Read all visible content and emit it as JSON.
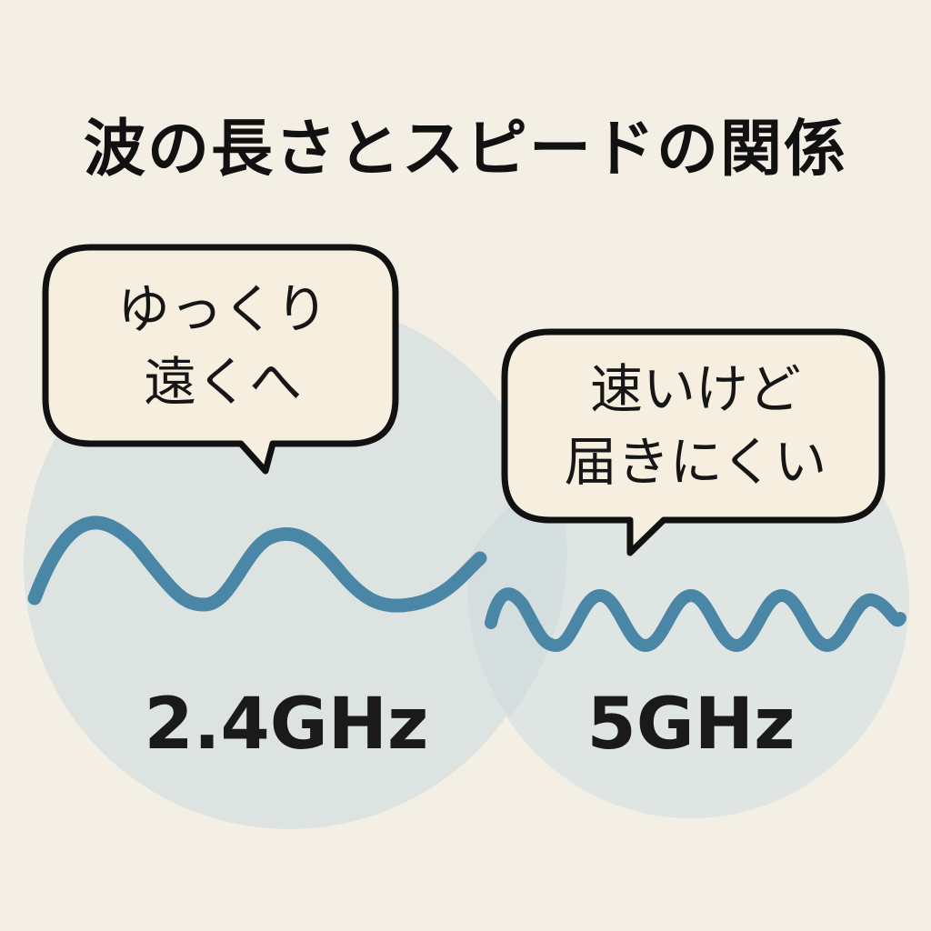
{
  "title": "波の長さとスピードの関係",
  "colors": {
    "background": "#f4efe4",
    "circle": "#dde3e1",
    "circle_overlap": "#cfdbdd",
    "wave": "#4a86a6",
    "bubble_fill": "#f6efdf",
    "bubble_stroke": "#111111",
    "text": "#151515"
  },
  "left": {
    "bubble_line1": "ゆっくり",
    "bubble_line2": "遠くへ",
    "label": "2.4GHz",
    "wave": "long-wavelength-wave"
  },
  "right": {
    "bubble_line1": "速いけど",
    "bubble_line2": "届きにくい",
    "label": "5GHz",
    "wave": "short-wavelength-wave"
  }
}
